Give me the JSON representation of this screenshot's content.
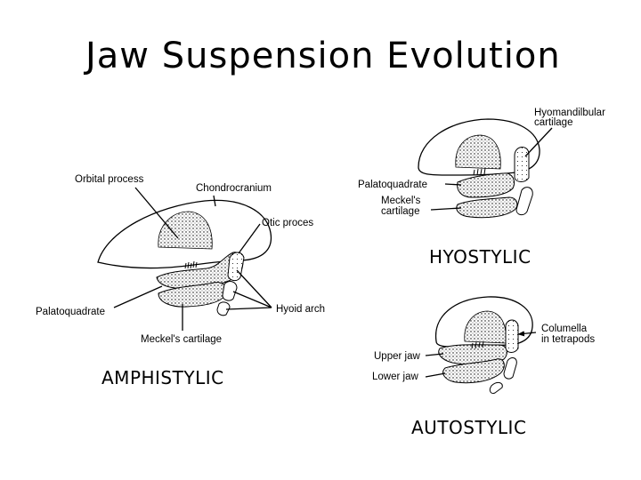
{
  "slide": {
    "title": "Jaw Suspension Evolution"
  },
  "captions": {
    "amphistylic": "AMPHISTYLIC",
    "hyostylic": "HYOSTYLIC",
    "autostylic": "AUTOSTYLIC"
  },
  "labels": {
    "amphistylic": {
      "orbital_process": "Orbital process",
      "chondrocranium": "Chondrocranium",
      "otic_process": "Otic proces",
      "palatoquadrate": "Palatoquadrate",
      "hyoid_arch": "Hyoid arch",
      "meckels_cartilage": "Meckel's cartilage"
    },
    "hyostylic": {
      "hyomandibular_line1": "Hyomandilbular",
      "hyomandibular_line2": "cartilage",
      "palatoquadrate": "Palatoquadrate",
      "meckels_line1": "Meckel's",
      "meckels_line2": "cartilage"
    },
    "autostylic": {
      "columella_line1": "Columella",
      "columella_line2": "in tetrapods",
      "upper_jaw": "Upper jaw",
      "lower_jaw": "Lower jaw"
    }
  }
}
